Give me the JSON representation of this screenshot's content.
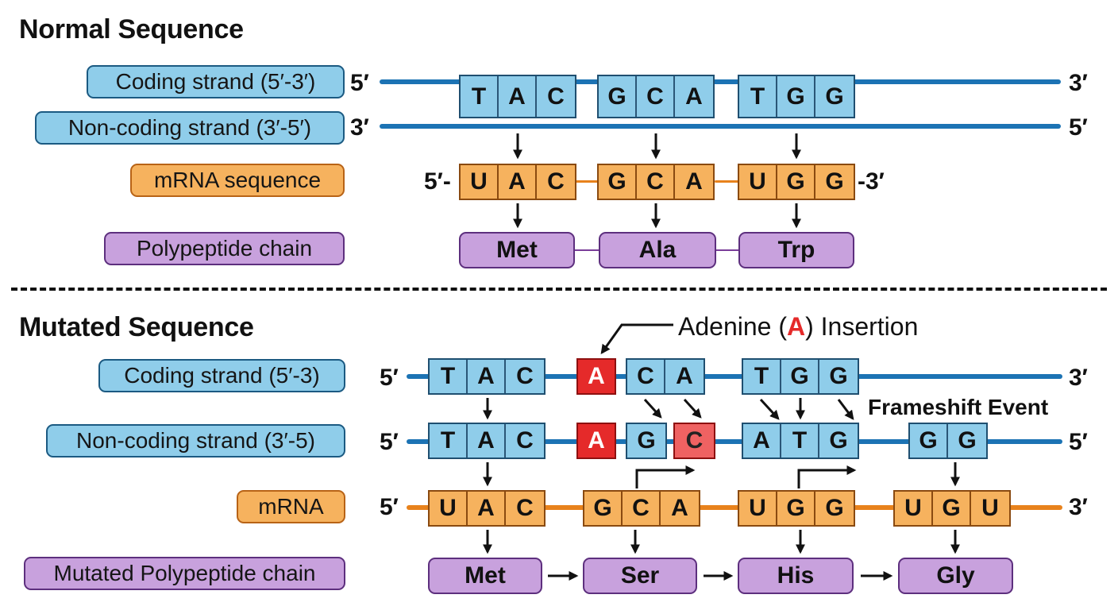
{
  "normal": {
    "title": "Normal Sequence",
    "labels": {
      "coding": "Coding strand (5′-3′)",
      "noncoding": "Non-coding strand (3′-5′)",
      "mrna": "mRNA sequence",
      "polypeptide": "Polypeptide chain"
    },
    "ends": {
      "coding_left": "5′",
      "coding_right": "3′",
      "noncoding_left": "3′",
      "noncoding_right": "5′",
      "mrna_left": "5′-",
      "mrna_right": "-3′"
    },
    "coding_codons": [
      [
        "T",
        "A",
        "C"
      ],
      [
        "G",
        "C",
        "A"
      ],
      [
        "T",
        "G",
        "G"
      ]
    ],
    "mrna_codons": [
      [
        "U",
        "A",
        "C"
      ],
      [
        "G",
        "C",
        "A"
      ],
      [
        "U",
        "G",
        "G"
      ]
    ],
    "amino_acids": [
      "Met",
      "Ala",
      "Trp"
    ]
  },
  "mutated": {
    "title": "Mutated Sequence",
    "annotation_prefix": "Adenine (",
    "annotation_base": "A",
    "annotation_suffix": ") Insertion",
    "frameshift_label": "Frameshift Event",
    "labels": {
      "coding": "Coding strand (5′-3)",
      "noncoding": "Non-coding strand (3′-5)",
      "mrna": "mRNA",
      "polypeptide": "Mutated Polypeptide chain"
    },
    "ends": {
      "coding_left": "5′",
      "coding_right": "3′",
      "noncoding_left": "5′",
      "noncoding_right": "5′",
      "mrna_left": "5′",
      "mrna_right": "3′"
    },
    "coding": {
      "codon1": [
        "T",
        "A",
        "C"
      ],
      "inserted": "A",
      "codon2": [
        "C",
        "A"
      ],
      "codon3": [
        "T",
        "G",
        "G"
      ]
    },
    "noncoding": {
      "codon1": [
        "T",
        "A",
        "C"
      ],
      "inserted": "A",
      "shifted_g": "G",
      "shifted_c": "C",
      "codon3": [
        "A",
        "T",
        "G"
      ],
      "codon4": [
        "G",
        "G"
      ]
    },
    "mrna_codons": [
      [
        "U",
        "A",
        "C"
      ],
      [
        "G",
        "C",
        "A"
      ],
      [
        "U",
        "G",
        "G"
      ],
      [
        "U",
        "G",
        "U"
      ]
    ],
    "amino_acids": [
      "Met",
      "Ser",
      "His",
      "Gly"
    ]
  },
  "colors": {
    "dna": "#8fcdea",
    "dna_line": "#1c73b4",
    "mrna": "#f6b25e",
    "mrna_line": "#e8821c",
    "protein": "#c8a1dd",
    "mutation": "#e52a2a"
  }
}
